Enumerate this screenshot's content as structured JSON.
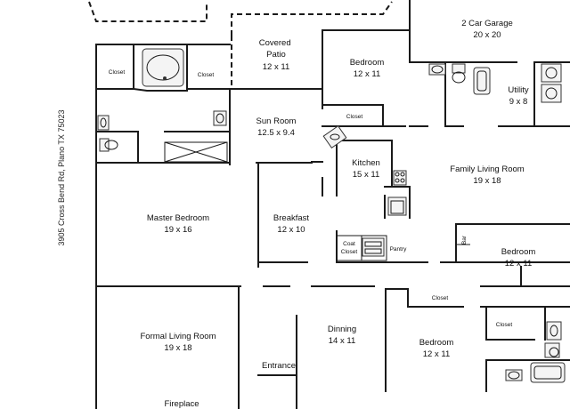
{
  "address": "3905 Cross Bend Rd, Plano TX 75023",
  "rooms": {
    "garage": {
      "name": "2 Car Garage",
      "dims": "20 x 20"
    },
    "covered_patio": {
      "name": "Covered Patio",
      "dims": "12 x 11"
    },
    "bedroom_upper": {
      "name": "Bedroom",
      "dims": "12 x 11"
    },
    "utility": {
      "name": "Utility",
      "dims": "9 x 8"
    },
    "sun_room": {
      "name": "Sun Room",
      "dims": "12.5 x 9.4"
    },
    "kitchen": {
      "name": "Kitchen",
      "dims": "15 x 11"
    },
    "family_living": {
      "name": "Family Living Room",
      "dims": "19 x 18"
    },
    "master_bedroom": {
      "name": "Master Bedroom",
      "dims": "19 x 16"
    },
    "breakfast": {
      "name": "Breakfast",
      "dims": "12 x 10"
    },
    "bedroom_right": {
      "name": "Bedroom",
      "dims": "12 x 11"
    },
    "formal_living": {
      "name": "Formal Living Room",
      "dims": "19 x 18"
    },
    "dinning": {
      "name": "Dinning",
      "dims": "14 x 11"
    },
    "bedroom_lower": {
      "name": "Bedroom",
      "dims": "12 x 11"
    }
  },
  "small_labels": {
    "closet_master_left": "Closet",
    "closet_master_right": "Closet",
    "closet_kitchen": "Closet",
    "coat_closet": "Coat Closet",
    "pantry": "Pantry",
    "bar": "Bar",
    "closet_lower_top": "Closet",
    "closet_lower_right": "Closet",
    "entrance": "Entrance",
    "fireplace": "Fireplace"
  }
}
